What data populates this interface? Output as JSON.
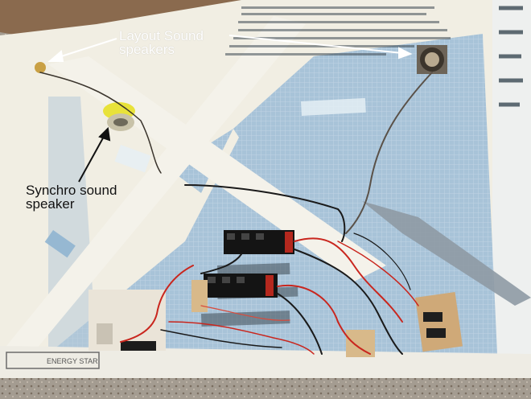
{
  "callouts": {
    "layout_sound": {
      "line1": "Layout Sound",
      "line2": "speakers"
    },
    "synchro_sound": {
      "line1": "Synchro sound",
      "line2": "speaker"
    }
  },
  "board_print": {
    "left_panel": "ENERGY STAR"
  },
  "colors": {
    "foam_white": "#f1eee3",
    "foam_blue": "#a9c4d9",
    "table_brown": "#8a6a4e",
    "wire_red": "#c9261e",
    "wire_black": "#1a1a1a",
    "speaker_yellow": "#e8e23a",
    "relay_black": "#141414"
  }
}
